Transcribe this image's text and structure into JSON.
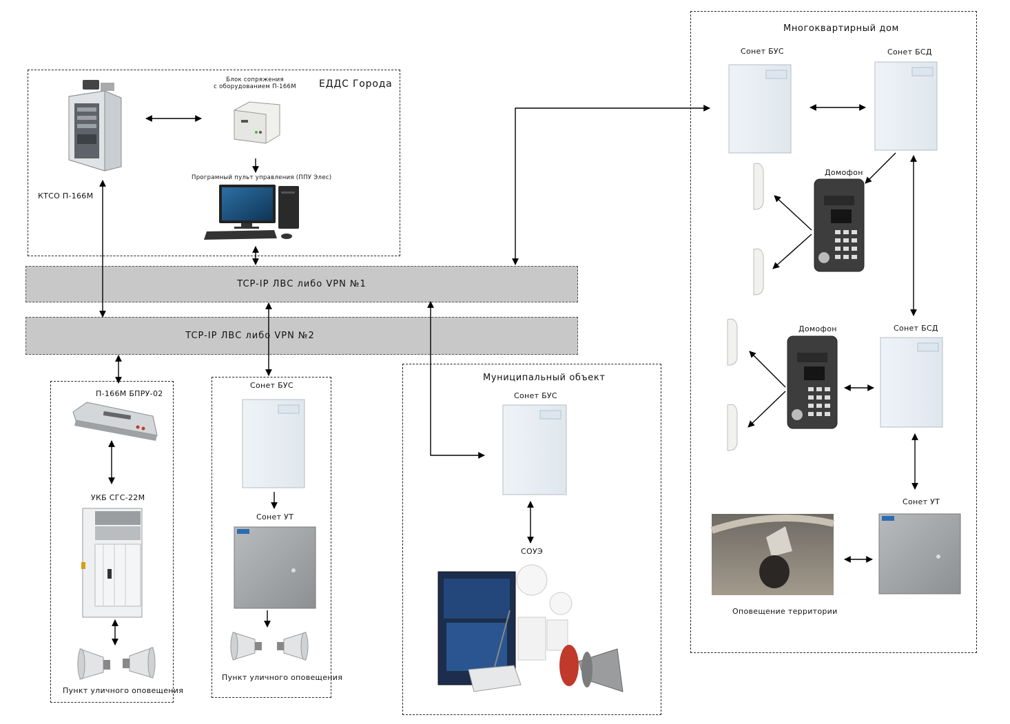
{
  "zones": {
    "edds": "ЕДДС Города",
    "apartment": "Многоквартирный дом",
    "municipal": "Муниципальный объект"
  },
  "networks": {
    "vpn1": "TCP-IP ЛВС либо VPN №1",
    "vpn2": "TCP-IP ЛВС либо VPN №2"
  },
  "edds": {
    "ktso": "КТСО П-166М",
    "interface_block_line1": "Блок сопряжения",
    "interface_block_line2": "с оборудованием П-166М",
    "ppu": "Програмный пульт управления (ППУ Элес)"
  },
  "left_column": {
    "bpru": "П-166М БПРУ-02",
    "ukb": "УКБ СГС-22М",
    "street_point": "Пункт уличного оповещения"
  },
  "middle_column": {
    "bus": "Сонет БУС",
    "ut": "Сонет УТ",
    "street_point": "Пункт уличного оповещения"
  },
  "municipal": {
    "bus": "Сонет БУС",
    "soue": "СОУЭ"
  },
  "apartment": {
    "bus": "Сонет БУС",
    "bsd_top": "Сонет БСД",
    "intercom_top": "Домофон",
    "intercom_bottom": "Домофон",
    "bsd_bottom": "Сонет БСД",
    "ut": "Сонет УТ",
    "territory": "Оповещение территории"
  }
}
